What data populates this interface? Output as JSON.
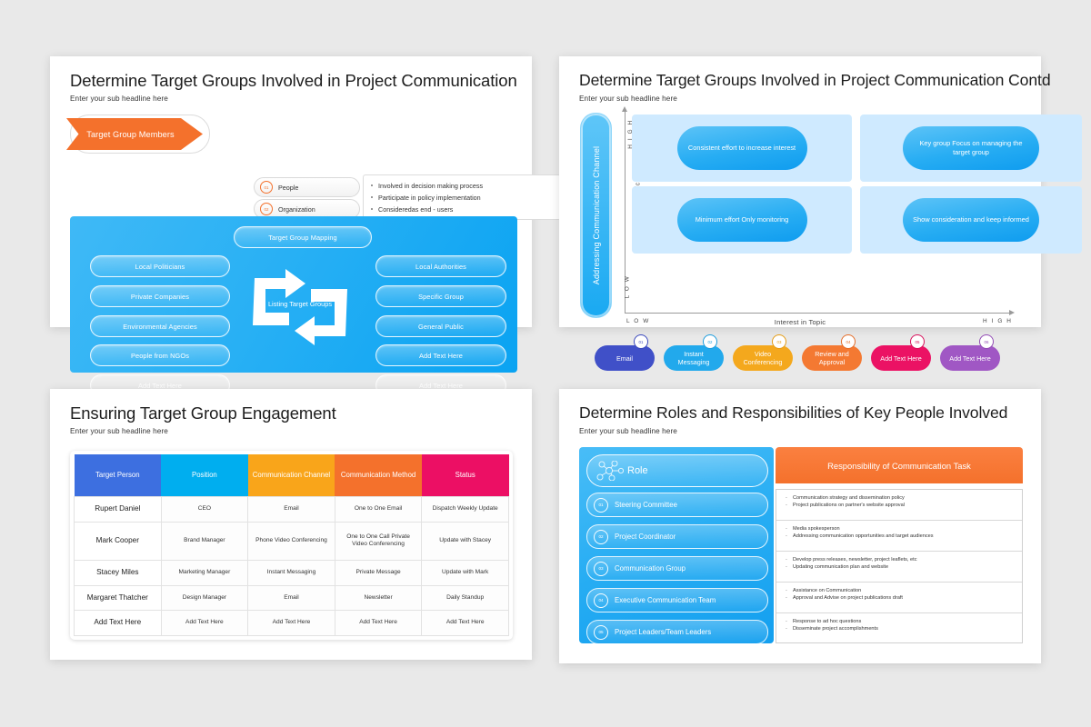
{
  "slide1": {
    "title": "Determine Target Groups Involved in Project Communication",
    "subtitle": "Enter your sub headline here",
    "arrow_label": "Target Group Members",
    "num_pills": [
      {
        "num": "01",
        "label": "People"
      },
      {
        "num": "02",
        "label": "Organization"
      }
    ],
    "bullets": [
      "Involved in decision making process",
      "Participate in policy implementation",
      "Consideredas end - users"
    ],
    "center_top": "Target Group Mapping",
    "center_label": "Listing Target Groups",
    "left_column": [
      "Local Politicians",
      "Private Companies",
      "Environmental Agencies",
      "People from NGOs",
      "Add Text Here"
    ],
    "right_column": [
      "Local Authorities",
      "Specific Group",
      "General Public",
      "Add Text Here",
      "Add Text Here"
    ]
  },
  "slide2": {
    "title": "Determine Target Groups Involved in Project Communication Contd",
    "subtitle": "Enter your sub headline here",
    "vertical_channel": "Addressing Communication Channel",
    "y_axis_label": "Influence Topic",
    "y_high": "H I G H",
    "y_low": "L O W",
    "x_axis_label": "Interest in Topic",
    "x_low": "L O W",
    "x_high": "H I G H",
    "quadrants": [
      "Consistent effort to increase interest",
      "Key group Focus on managing the target group",
      "Minimum effort Only monitoring",
      "Show consideration and keep informed"
    ],
    "channels": [
      {
        "num": "01",
        "label": "Email",
        "color": "#4050c8",
        "border": "#3a49bd"
      },
      {
        "num": "02",
        "label": "Instant Messaging",
        "color": "#22a9ec",
        "border": "#1c9ddd"
      },
      {
        "num": "03",
        "label": "Video Conferencing",
        "color": "#f4a81d",
        "border": "#e59c15"
      },
      {
        "num": "04",
        "label": "Review and Approval",
        "color": "#f47932",
        "border": "#e56c27"
      },
      {
        "num": "05",
        "label": "Add Text Here",
        "color": "#eb1264",
        "border": "#d80f5a"
      },
      {
        "num": "06",
        "label": "Add Text Here",
        "color": "#a057c4",
        "border": "#924bb5"
      }
    ]
  },
  "slide3": {
    "title": "Ensuring Target Group Engagement",
    "subtitle": "Enter your sub headline here",
    "headers": [
      {
        "label": "Target Person",
        "color": "#3d6fe0"
      },
      {
        "label": "Position",
        "color": "#00aeef"
      },
      {
        "label": "Communication Channel",
        "color": "#f9a51a"
      },
      {
        "label": "Communication Method",
        "color": "#f4712c"
      },
      {
        "label": "Status",
        "color": "#ec0f64"
      }
    ],
    "rows": [
      [
        "Rupert Daniel",
        "CEO",
        "Email",
        "One to One Email",
        "Dispatch Weekly Update"
      ],
      [
        "Mark Cooper",
        "Brand Manager",
        "Phone Video Conferencing",
        "One to One Call Private Video Conferencing",
        "Update with Stacey"
      ],
      [
        "Stacey Miles",
        "Marketing Manager",
        "Instant Messaging",
        "Private Message",
        "Update with Mark"
      ],
      [
        "Margaret Thatcher",
        "Design Manager",
        "Email",
        "Newsletter",
        "Daily Standup"
      ],
      [
        "Add Text Here",
        "Add Text Here",
        "Add Text Here",
        "Add Text Here",
        "Add Text Here"
      ]
    ]
  },
  "slide4": {
    "title": "Determine Roles and Responsibilities of Key People Involved",
    "subtitle": "Enter your sub headline here",
    "role_header": "Role",
    "resp_header": "Responsibility of Communication Task",
    "roles": [
      {
        "num": "01",
        "label": "Steering Committee"
      },
      {
        "num": "02",
        "label": "Project Coordinator"
      },
      {
        "num": "03",
        "label": "Communication Group"
      },
      {
        "num": "04",
        "label": "Executive Communication Team"
      },
      {
        "num": "05",
        "label": "Project Leaders/Team Leaders"
      }
    ],
    "responsibilities": [
      [
        "Communication strategy and dissemination policy",
        "Project publications on partner's website approval"
      ],
      [
        "Media spokesperson",
        "Addressing communication opportunities and target audiences"
      ],
      [
        "Develop press releases, newsletter, project leaflets, etc",
        "Updating communication plan and website"
      ],
      [
        "Assistance on Communication",
        "Approval and Advise on project publications draft"
      ],
      [
        "Response to ad hoc questions",
        "Disseminate project accomplishments"
      ]
    ]
  }
}
